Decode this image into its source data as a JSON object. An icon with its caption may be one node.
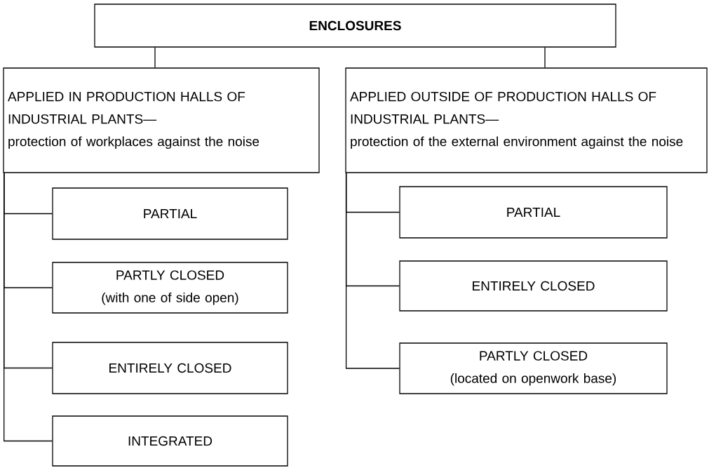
{
  "diagram": {
    "nodes": [
      {
        "text": [
          "ENCLOSURES"
        ]
      },
      {
        "text": [
          "APPLIED IN PRODUCTION HALLS OF INDUSTRIAL PLANTS—",
          "protection of workplaces against the noise"
        ]
      },
      {
        "text": [
          "APPLIED OUTSIDE OF PRODUCTION HALLS OF INDUSTRIAL PLANTS—",
          "protection of the external environment against the noise"
        ]
      },
      {
        "text": [
          "PARTIAL"
        ]
      },
      {
        "text": [
          "PARTLY CLOSED",
          "(with one of side open)"
        ]
      },
      {
        "text": [
          "ENTIRELY CLOSED"
        ]
      },
      {
        "text": [
          "INTEGRATED"
        ]
      },
      {
        "text": [
          "PARTIAL"
        ]
      },
      {
        "text": [
          "ENTIRELY CLOSED"
        ]
      },
      {
        "text": [
          "PARTLY CLOSED",
          "(located on openwork base)"
        ]
      }
    ],
    "edges": [
      {
        "from": 0,
        "to": 1,
        "arrow": "none"
      },
      {
        "from": 0,
        "to": 2,
        "arrow": "none"
      },
      {
        "from": 1,
        "to": 3,
        "arrow": "none"
      },
      {
        "from": 1,
        "to": 4,
        "arrow": "none"
      },
      {
        "from": 1,
        "to": 5,
        "arrow": "none"
      },
      {
        "from": 1,
        "to": 6,
        "arrow": "none"
      },
      {
        "from": 2,
        "to": 7,
        "arrow": "none"
      },
      {
        "from": 2,
        "to": 8,
        "arrow": "none"
      },
      {
        "from": 2,
        "to": 9,
        "arrow": "none"
      }
    ]
  }
}
